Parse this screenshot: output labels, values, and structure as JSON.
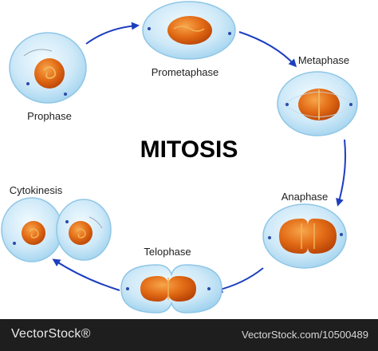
{
  "title": "MITOSIS",
  "stages": {
    "prophase": "Prophase",
    "prometaphase": "Prometaphase",
    "metaphase": "Metaphase",
    "anaphase": "Anaphase",
    "telophase": "Telophase",
    "cytokinesis": "Cytokinesis"
  },
  "footer": {
    "brand": "VectorStock®",
    "url": "VectorStock.com/10500489"
  },
  "colors": {
    "cell_fill": "#cfe9f8",
    "cell_edge": "#8fc6e6",
    "nucleus": "#e26b16",
    "arrow": "#1d3fbf",
    "chromosome": "#f2b25a"
  }
}
